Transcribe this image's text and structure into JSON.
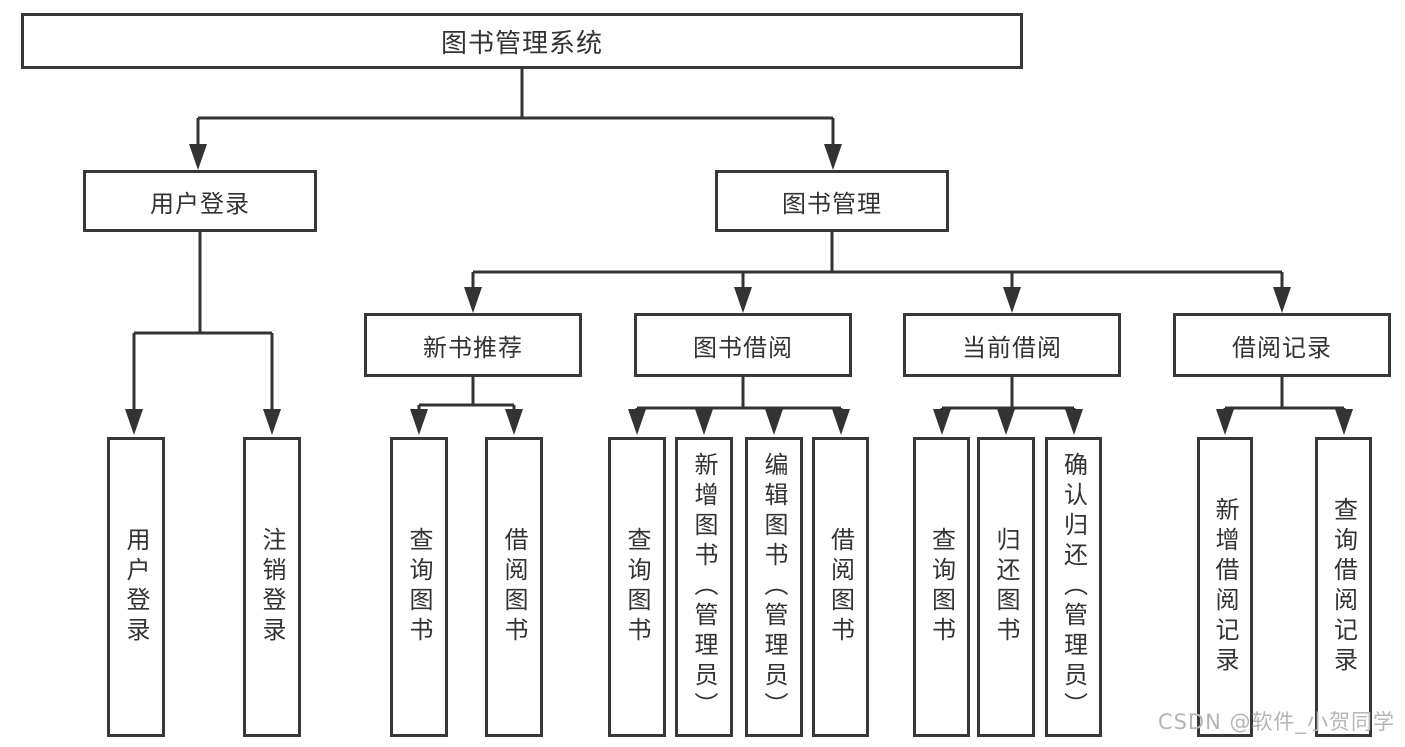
{
  "diagram": {
    "root": {
      "label": "图书管理系统"
    },
    "level1": [
      {
        "label": "用户登录"
      },
      {
        "label": "图书管理"
      }
    ],
    "level2": [
      {
        "label": "新书推荐",
        "parent": "图书管理"
      },
      {
        "label": "图书借阅",
        "parent": "图书管理"
      },
      {
        "label": "当前借阅",
        "parent": "图书管理"
      },
      {
        "label": "借阅记录",
        "parent": "图书管理"
      }
    ],
    "leaves": [
      {
        "label": "用户登录",
        "parent": "用户登录"
      },
      {
        "label": "注销登录",
        "parent": "用户登录"
      },
      {
        "label": "查询图书",
        "parent": "新书推荐"
      },
      {
        "label": "借阅图书",
        "parent": "新书推荐"
      },
      {
        "label": "查询图书",
        "parent": "图书借阅"
      },
      {
        "label": "新增图书（管理员）",
        "parent": "图书借阅"
      },
      {
        "label": "编辑图书（管理员）",
        "parent": "图书借阅"
      },
      {
        "label": "借阅图书",
        "parent": "图书借阅"
      },
      {
        "label": "查询图书",
        "parent": "当前借阅"
      },
      {
        "label": "归还图书",
        "parent": "当前借阅"
      },
      {
        "label": "确认归还（管理员）",
        "parent": "当前借阅"
      },
      {
        "label": "新增借阅记录",
        "parent": "借阅记录"
      },
      {
        "label": "查询借阅记录",
        "parent": "借阅记录"
      }
    ]
  },
  "watermark": {
    "text": "CSDN @软件_小贺同学"
  },
  "colors": {
    "line": "#333333",
    "box_border": "#383838",
    "text": "#333333",
    "background": "#ffffff",
    "watermark": "#b5b5b5"
  }
}
